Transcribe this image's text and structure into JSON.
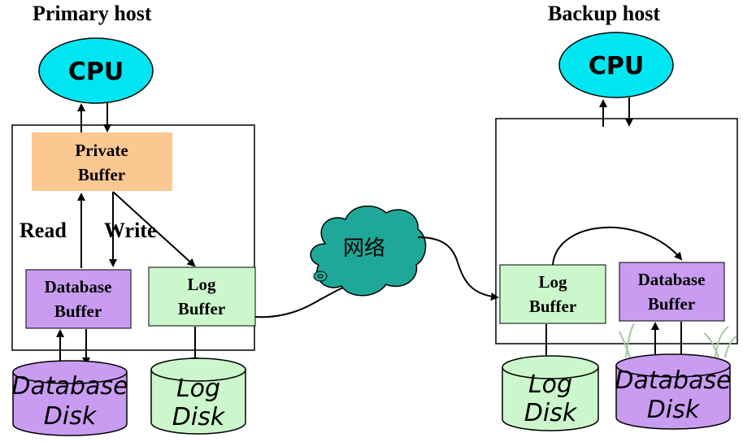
{
  "primary": {
    "title": "Primary host",
    "cpu": "CPU",
    "private_buffer": [
      "Private",
      "Buffer"
    ],
    "read_label": "Read",
    "write_label": "Write",
    "database_buffer": [
      "Database",
      "Buffer"
    ],
    "log_buffer": [
      "Log",
      "Buffer"
    ],
    "database_disk": [
      "Database",
      "Disk"
    ],
    "log_disk": [
      "Log",
      "Disk"
    ]
  },
  "network": {
    "label": "网络"
  },
  "backup": {
    "title": "Backup host",
    "cpu": "CPU",
    "log_buffer": [
      "Log",
      "Buffer"
    ],
    "database_buffer": [
      "Database",
      "Buffer"
    ],
    "log_disk": [
      "Log",
      "Disk"
    ],
    "database_disk": [
      "Database",
      "Disk"
    ]
  },
  "colors": {
    "cpu_fill": "#00e6f0",
    "private_buffer_fill": "#fbc892",
    "database_buffer_fill": "#c99cf2",
    "log_buffer_fill": "#ccf7cc",
    "network_fill": "#1fa89a",
    "grass": "#a7c7a0"
  }
}
